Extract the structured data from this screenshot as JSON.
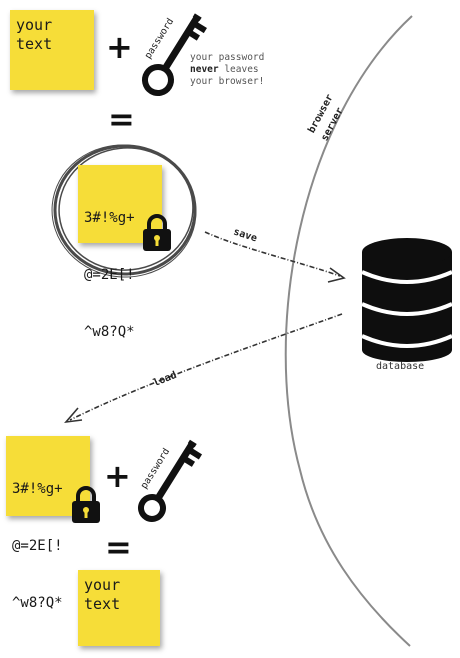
{
  "top": {
    "note_line1": "your",
    "note_line2": "text",
    "key_label": "password",
    "caption_line1": "your password",
    "caption_bold": "never",
    "caption_rest": " leaves",
    "caption_line3": "your browser!",
    "encrypted_line1": "3#!%g+",
    "encrypted_line2": "@=2E[!",
    "encrypted_line3": "^w8?Q*"
  },
  "divider": {
    "browser_label": "browser",
    "server_label": "server"
  },
  "arrows": {
    "save_label": "save",
    "load_label": "load"
  },
  "database": {
    "label": "database"
  },
  "bottom": {
    "encrypted_line1": "3#!%g+",
    "encrypted_line2": "@=2E[!",
    "encrypted_line3": "^w8?Q*",
    "key_label": "password",
    "note_line1": "your",
    "note_line2": "text"
  },
  "operators": {
    "plus": "+",
    "equals": "="
  },
  "colors": {
    "note": "#f6dd38",
    "ink": "#111111"
  }
}
